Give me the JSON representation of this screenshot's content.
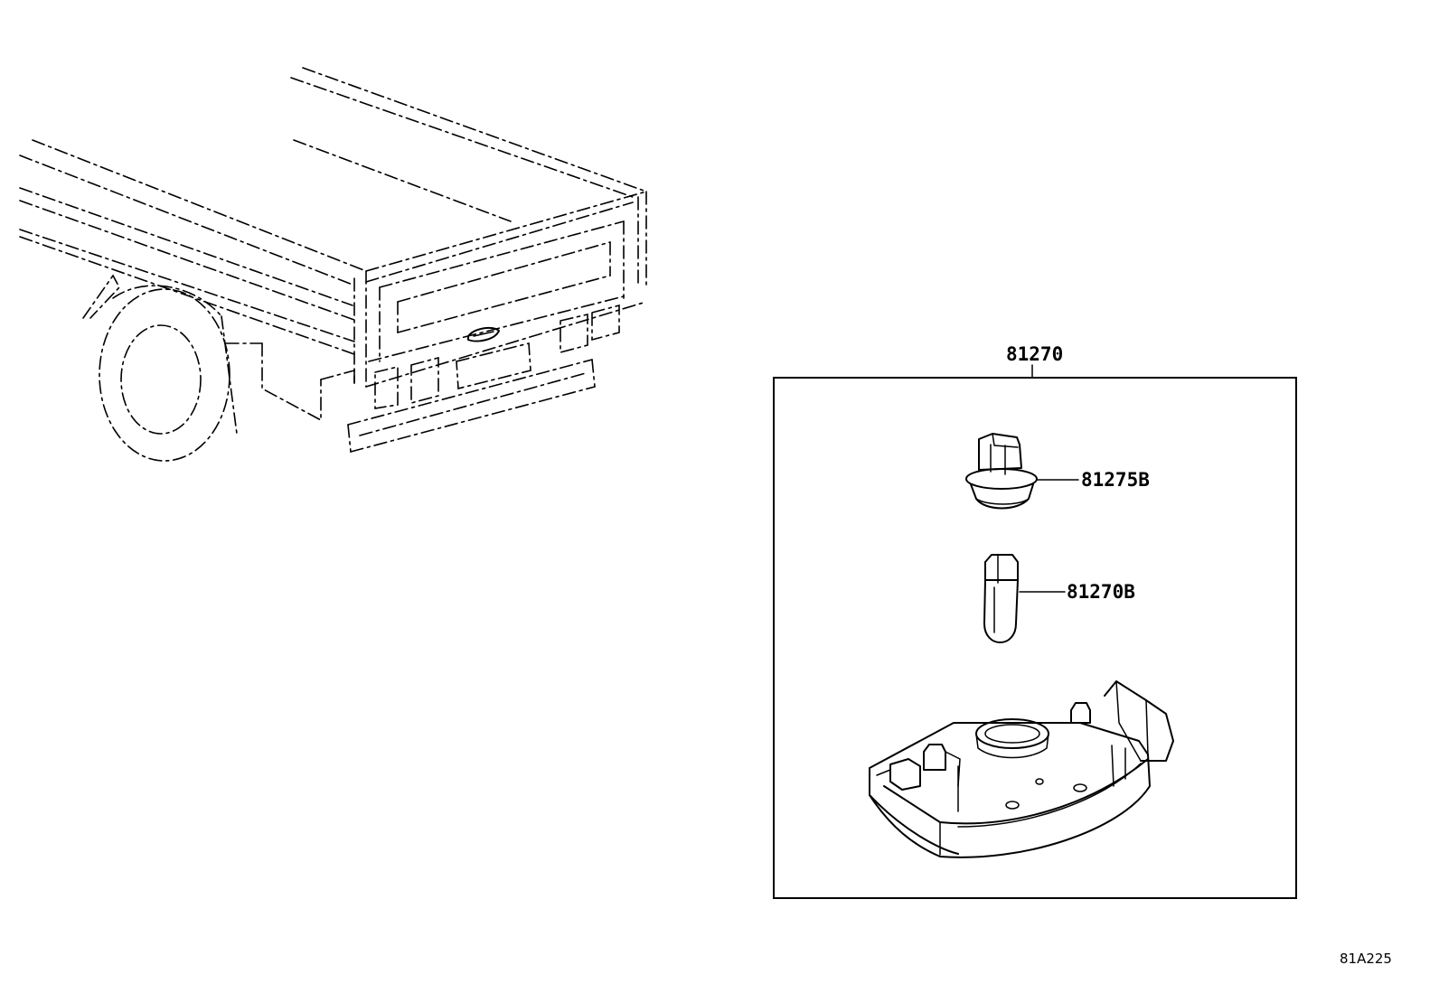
{
  "callouts": {
    "assembly": "81270",
    "socket": "81275B",
    "bulb": "81270B"
  },
  "illustration_code": "81A225",
  "icons": {
    "truck": "truck-rear-view-icon",
    "socket": "bulb-socket-icon",
    "bulb": "wedge-bulb-icon",
    "lamp_housing": "license-plate-lamp-housing-icon"
  }
}
